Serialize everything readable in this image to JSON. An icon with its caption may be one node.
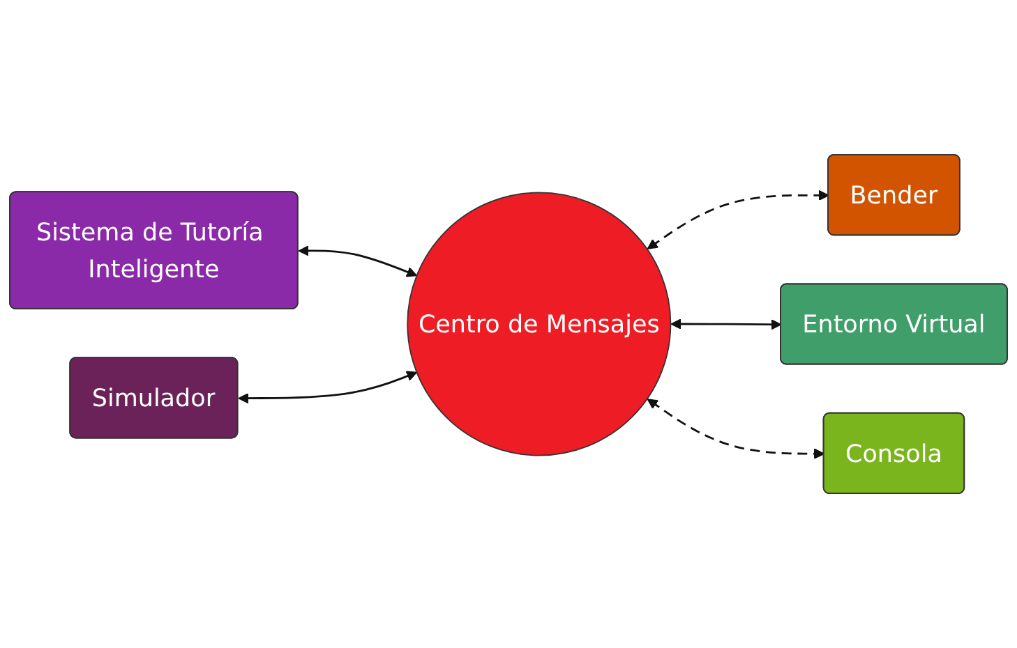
{
  "diagram": {
    "nodes": [
      {
        "text": [
          "Sistema de Tutoría Inteligente"
        ]
      },
      {
        "text": [
          "Simulador"
        ]
      },
      {
        "text": [
          "Centro de Mensajes"
        ]
      },
      {
        "text": [
          "Bender"
        ]
      },
      {
        "text": [
          "Entorno Virtual"
        ]
      },
      {
        "text": [
          "Consola"
        ]
      }
    ],
    "edges": [
      {
        "from": 0,
        "to": 2,
        "arrow": "both"
      },
      {
        "from": 1,
        "to": 2,
        "arrow": "both"
      },
      {
        "from": 2,
        "to": 3,
        "arrow": "both",
        "style": "dashed"
      },
      {
        "from": 2,
        "to": 4,
        "arrow": "both"
      },
      {
        "from": 2,
        "to": 5,
        "arrow": "both",
        "style": "dashed"
      }
    ]
  }
}
